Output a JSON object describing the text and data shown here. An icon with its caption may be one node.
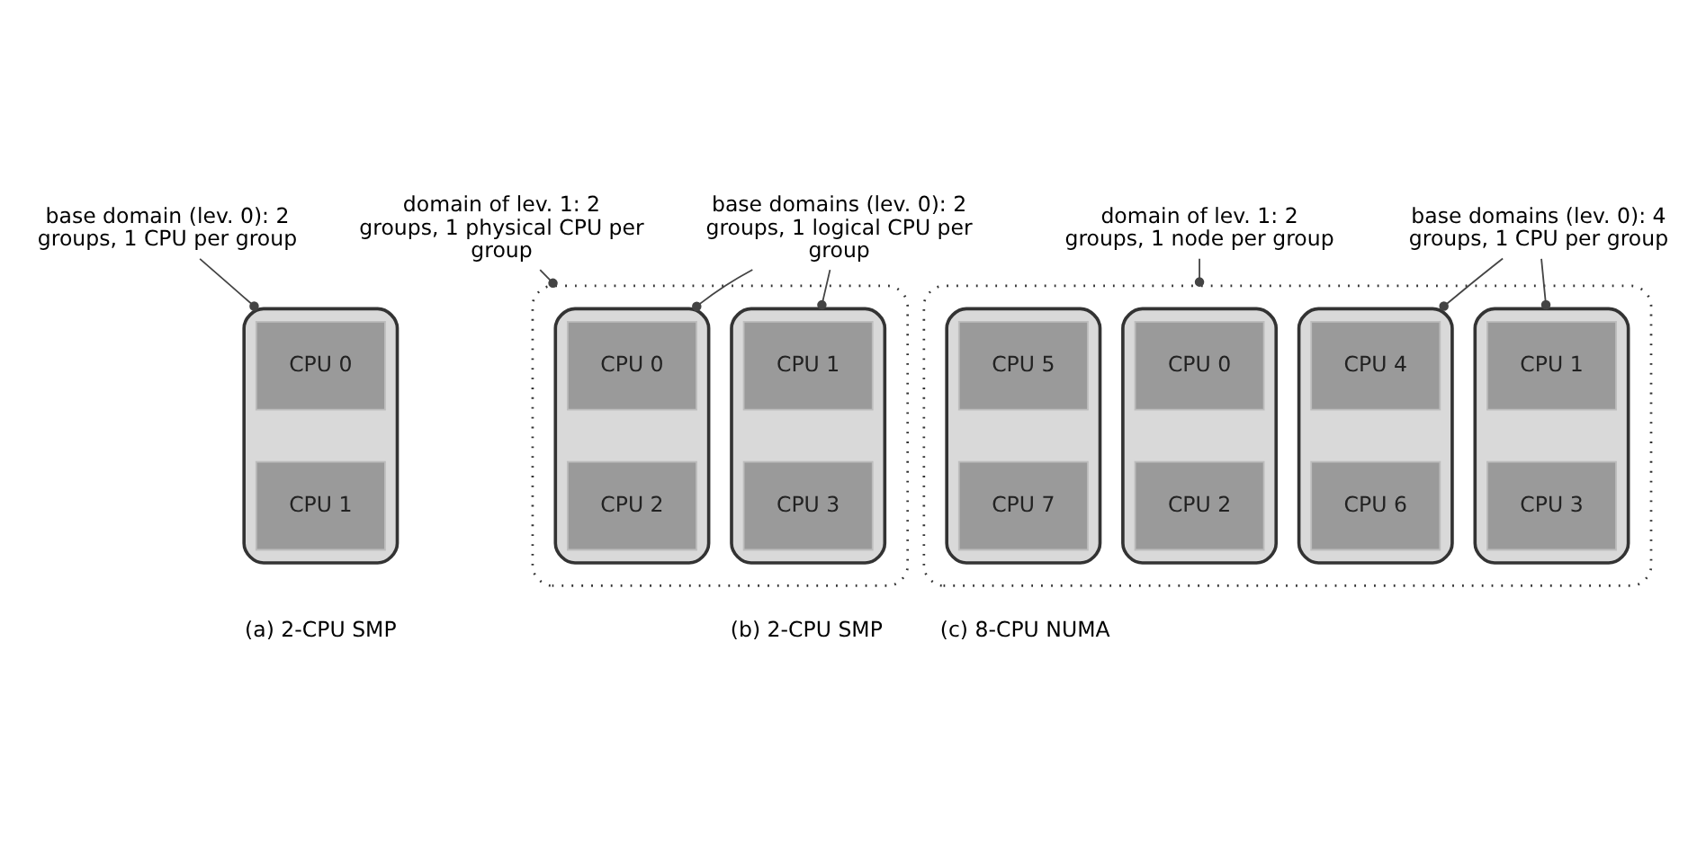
{
  "diagram": {
    "nodes": [
      {
        "text": [
          "base domain (lev. 0): 2 groups, 1 CPU per group"
        ]
      },
      {
        "text": [],
        "shape": "box"
      },
      {
        "text": [
          "CPU 0"
        ],
        "in": 1
      },
      {
        "text": [
          "CPU 1"
        ],
        "in": 1
      },
      {
        "text": [
          "domain of lev. 1: 2 groups, 1 physical CPU per group"
        ]
      },
      {
        "text": [
          "base domains (lev. 0): 2 groups, 1 logical CPU per group"
        ]
      },
      {
        "text": [],
        "shape": "box"
      },
      {
        "text": [],
        "shape": "box",
        "in": 6
      },
      {
        "text": [
          "CPU 0"
        ],
        "in": 7
      },
      {
        "text": [
          "CPU 2"
        ],
        "in": 7
      },
      {
        "text": [],
        "shape": "box",
        "in": 6
      },
      {
        "text": [
          "CPU 1"
        ],
        "in": 10
      },
      {
        "text": [
          "CPU 3"
        ],
        "in": 10
      },
      {
        "text": [
          "domain of lev. 1: 2 groups, 1 node per group"
        ]
      },
      {
        "text": [
          "base domains (lev. 0): 4 groups, 1 CPU per group"
        ]
      },
      {
        "text": [],
        "shape": "box"
      },
      {
        "text": [],
        "shape": "box",
        "in": 15
      },
      {
        "text": [
          "CPU 0"
        ],
        "in": 16
      },
      {
        "text": [
          "CPU 2"
        ],
        "in": 16
      },
      {
        "text": [],
        "shape": "box",
        "in": 15
      },
      {
        "text": [
          "CPU 1"
        ],
        "in": 19
      },
      {
        "text": [
          "CPU 3"
        ],
        "in": 19
      },
      {
        "text": [],
        "shape": "box",
        "in": 15
      },
      {
        "text": [
          "CPU 4"
        ],
        "in": 22
      },
      {
        "text": [
          "CPU 6"
        ],
        "in": 22
      },
      {
        "text": [],
        "shape": "box",
        "in": 15
      },
      {
        "text": [
          "CPU 5"
        ],
        "in": 25
      },
      {
        "text": [
          "CPU 7"
        ],
        "in": 25
      }
    ],
    "edges": [
      {
        "from": 0,
        "to": 1,
        "arrow": "other"
      },
      {
        "from": 4,
        "to": 6,
        "arrow": "other"
      },
      {
        "from": 5,
        "to": 7,
        "arrow": "other"
      },
      {
        "from": 5,
        "to": 10,
        "arrow": "other"
      },
      {
        "from": 13,
        "to": 15,
        "arrow": "other"
      },
      {
        "from": 14,
        "to": 19,
        "arrow": "other"
      },
      {
        "from": 14,
        "to": 22,
        "arrow": "other"
      }
    ],
    "labels": [
      "(a) 2-CPU SMP",
      "(b) 2-CPU SMP",
      "(c) 8-CPU NUMA"
    ]
  }
}
